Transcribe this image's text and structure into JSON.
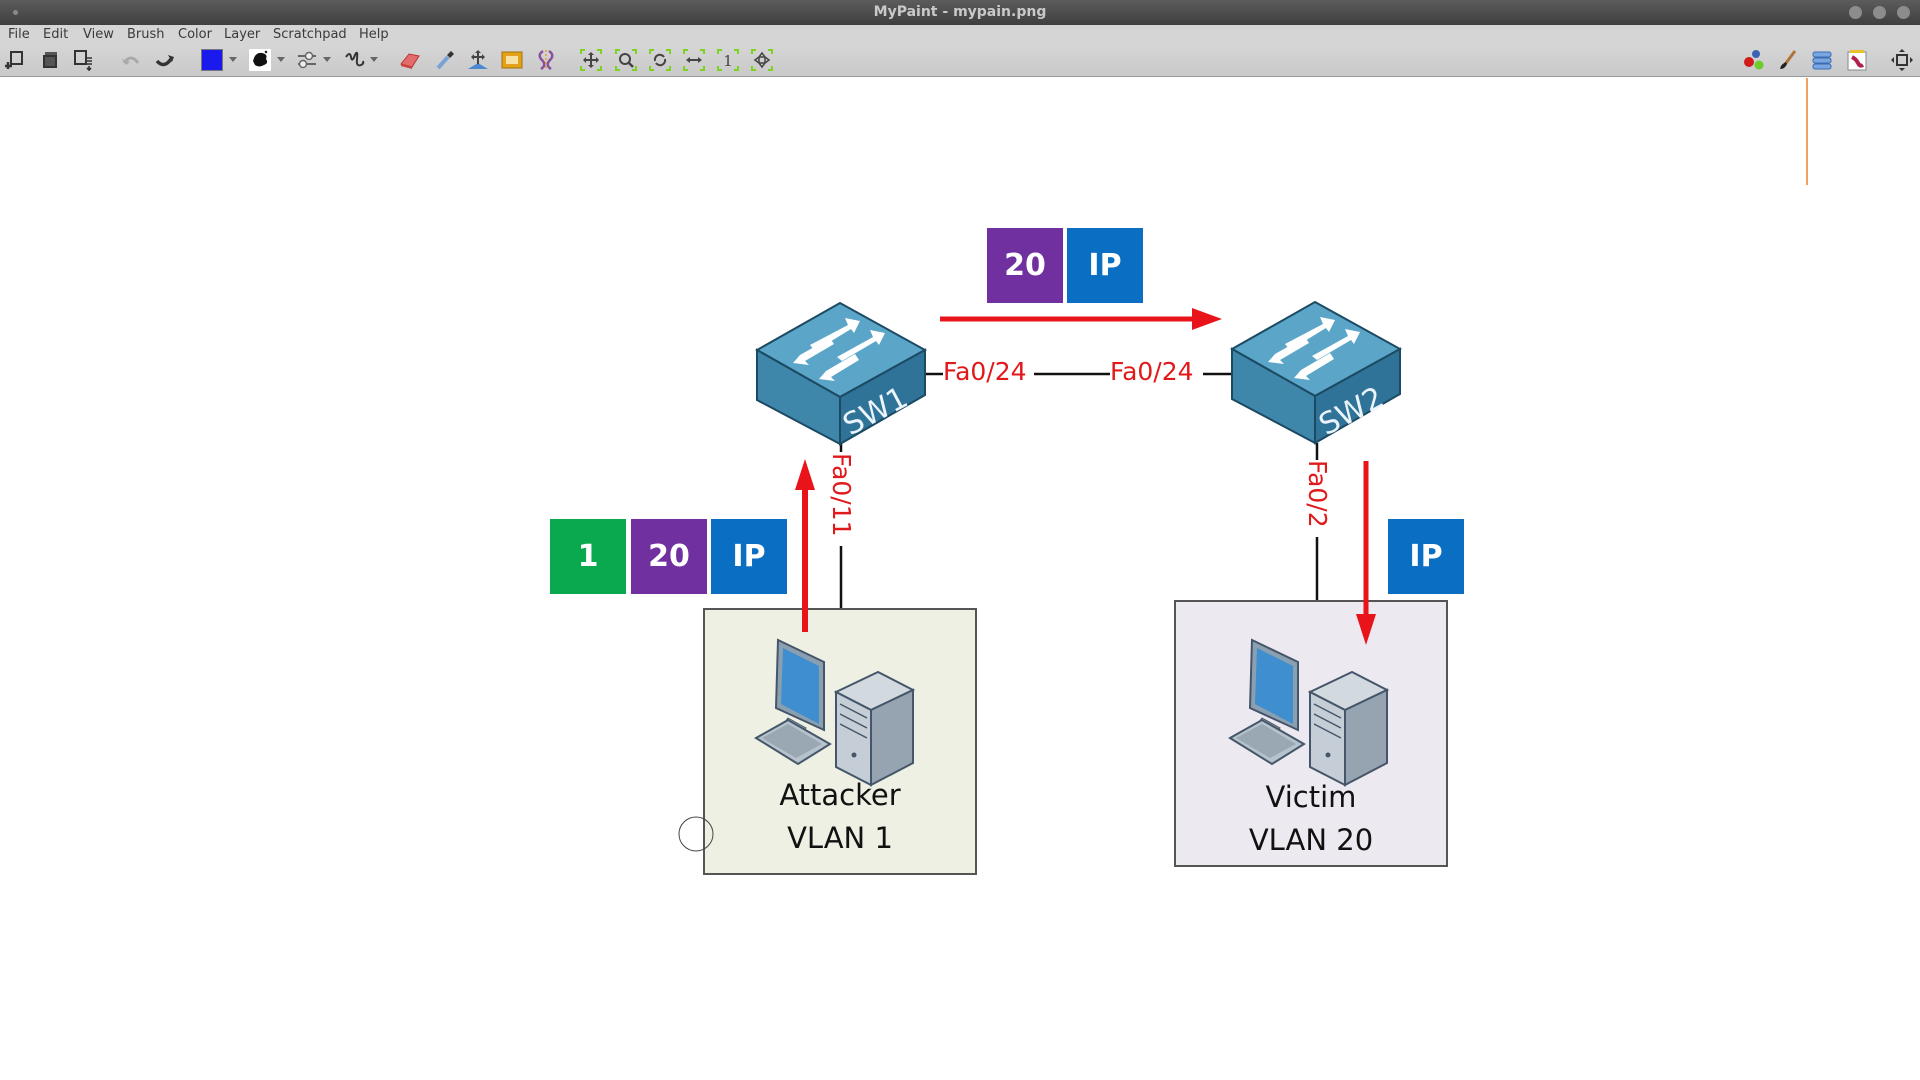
{
  "window": {
    "title": "MyPaint - mypain.png"
  },
  "menubar": {
    "items": [
      "File",
      "Edit",
      "View",
      "Brush",
      "Color",
      "Layer",
      "Scratchpad",
      "Help"
    ]
  },
  "toolbar": {
    "left_icons": [
      "new-icon",
      "open-icon",
      "save-icon",
      "undo-icon",
      "redo-icon",
      "color-swatch",
      "brush-preset-icon",
      "brush-settings-icon",
      "stroke-icon",
      "eraser-icon",
      "color-picker-icon",
      "layer-move-icon",
      "frame-icon",
      "symmetry-icon",
      "pan-view-icon",
      "zoom-view-icon",
      "rotate-view-icon",
      "mirror-view-icon",
      "reset-zoom-icon",
      "fit-view-icon"
    ],
    "right_icons": [
      "colors-panel-icon",
      "brushes-panel-icon",
      "layers-panel-icon",
      "scratchpad-panel-icon",
      "fullscreen-icon"
    ],
    "current_color": "#1a1aee",
    "reset_zoom_label": "1"
  },
  "diagram": {
    "colors": {
      "vlan1": "#0aa94f",
      "vlan20": "#7030a0",
      "ip": "#0a6fc2",
      "arrow": "#e8141a",
      "port_label": "#e2191b",
      "switch": "#3f8fb5",
      "attacker_box": "#eef0e4",
      "victim_box": "#ece9f0"
    },
    "switches": [
      {
        "id": "SW1",
        "label": "SW1"
      },
      {
        "id": "SW2",
        "label": "SW2"
      }
    ],
    "ports": {
      "sw1_trunk": "Fa0/24",
      "sw2_trunk": "Fa0/24",
      "sw1_access": "Fa0/11",
      "sw2_access": "Fa0/2"
    },
    "packets": {
      "attacker_frame": [
        "1",
        "20",
        "IP"
      ],
      "trunk_frame": [
        "20",
        "IP"
      ],
      "victim_frame": [
        "IP"
      ]
    },
    "hosts": {
      "attacker": {
        "name": "Attacker",
        "vlan": "VLAN 1"
      },
      "victim": {
        "name": "Victim",
        "vlan": "VLAN 20"
      }
    }
  }
}
